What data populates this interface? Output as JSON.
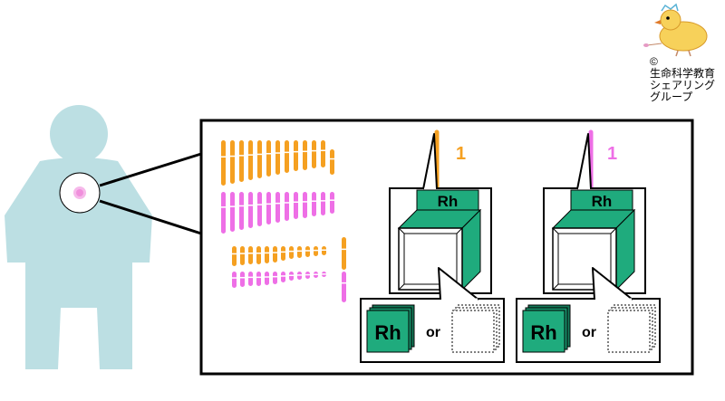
{
  "credit": {
    "copyright": "©",
    "line1": "生命科学教育",
    "line2": "シェアリング",
    "line3": "グループ"
  },
  "panels": [
    {
      "chromosome_label": "1",
      "gene_label": "Rh",
      "option_label": "Rh",
      "or_text": "or",
      "chromosome_color": "#f5a021"
    },
    {
      "chromosome_label": "1",
      "gene_label": "Rh",
      "option_label": "Rh",
      "or_text": "or",
      "chromosome_color": "#ee6fe6"
    }
  ],
  "colors": {
    "person": "#bcdfe3",
    "maternal": "#f5a021",
    "paternal": "#ee6fe6",
    "gene_green": "#1fab7d",
    "gene_green_dark": "#137a59"
  },
  "icons": {
    "mascot": "chick-mascot-icon"
  }
}
